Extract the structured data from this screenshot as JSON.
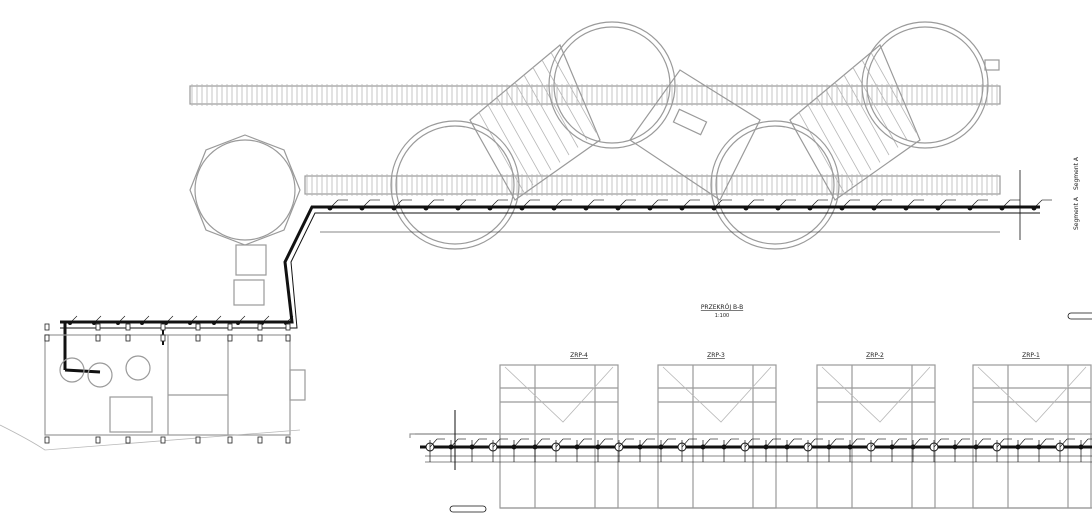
{
  "drawing": {
    "section_title": "PRZEKRÓJ B-B",
    "section_scale": "1:100",
    "silos": [
      "ZRP-4",
      "ZRP-3",
      "ZRP-2",
      "ZRP-1"
    ],
    "segment_labels": [
      "Segment A",
      "Segment A"
    ]
  },
  "colors": {
    "background": "#ffffff",
    "existing_structure": "#9a9a9a",
    "pipeline": "#111111"
  }
}
